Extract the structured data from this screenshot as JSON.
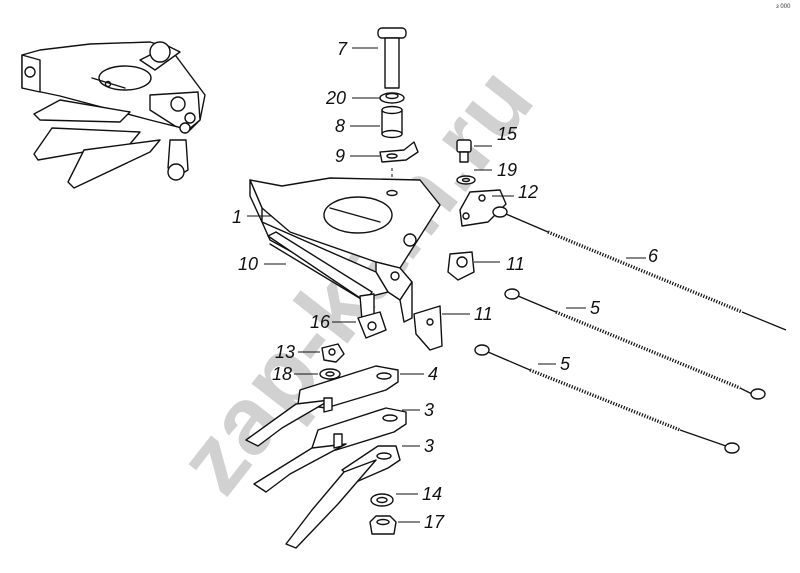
{
  "watermark": "zap-kam.ru",
  "corner_mark": "з 000",
  "callouts": [
    {
      "id": "c7",
      "text": "7"
    },
    {
      "id": "c20",
      "text": "20"
    },
    {
      "id": "c8",
      "text": "8"
    },
    {
      "id": "c9",
      "text": "9"
    },
    {
      "id": "c15",
      "text": "15"
    },
    {
      "id": "c19",
      "text": "19"
    },
    {
      "id": "c12",
      "text": "12"
    },
    {
      "id": "c1",
      "text": "1"
    },
    {
      "id": "c6",
      "text": "6"
    },
    {
      "id": "c10",
      "text": "10"
    },
    {
      "id": "c11a",
      "text": "11"
    },
    {
      "id": "c5a",
      "text": "5"
    },
    {
      "id": "c16",
      "text": "16"
    },
    {
      "id": "c11b",
      "text": "11"
    },
    {
      "id": "c13",
      "text": "13"
    },
    {
      "id": "c5b",
      "text": "5"
    },
    {
      "id": "c18",
      "text": "18"
    },
    {
      "id": "c4",
      "text": "4"
    },
    {
      "id": "c3a",
      "text": "3"
    },
    {
      "id": "c3b",
      "text": "3"
    },
    {
      "id": "c14",
      "text": "14"
    },
    {
      "id": "c17",
      "text": "17"
    }
  ]
}
